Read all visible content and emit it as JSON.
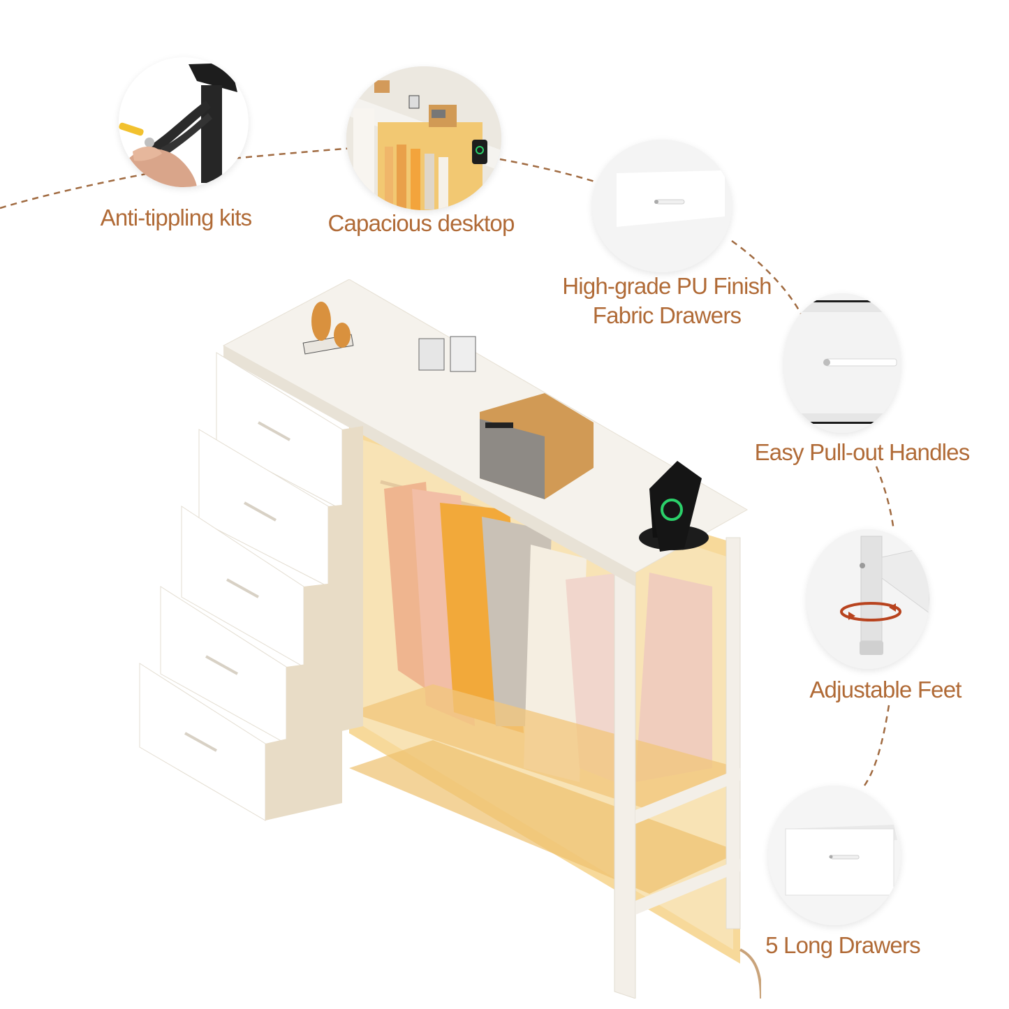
{
  "page": {
    "background": "#ffffff",
    "accent_color": "#b06a36",
    "connector_color": "#a06a40"
  },
  "features": [
    {
      "id": "anti-tippling",
      "label": "Anti-tippling kits",
      "icon": "anti-tip-strap-icon"
    },
    {
      "id": "capacious-desktop",
      "label": "Capacious desktop",
      "icon": "desktop-top-icon"
    },
    {
      "id": "pu-finish",
      "label_line1": "High-grade PU Finish",
      "label_line2": "Fabric Drawers",
      "icon": "drawer-front-icon"
    },
    {
      "id": "pull-out-handles",
      "label": "Easy Pull-out Handles",
      "icon": "drawer-handle-icon"
    },
    {
      "id": "adjustable-feet",
      "label": "Adjustable Feet",
      "icon": "adjustable-foot-icon"
    },
    {
      "id": "long-drawers",
      "label": "5 Long Drawers",
      "icon": "drawer-box-icon"
    }
  ],
  "product": {
    "name": "dresser-wardrobe-with-led-lights",
    "drawer_count": 5,
    "colors": {
      "body": "#f3efe8",
      "drawer_side": "#e8dcc6",
      "led_glow": "#f6c25a",
      "speaker": "#d19a55",
      "charger_ring": "#2bd16a"
    }
  }
}
